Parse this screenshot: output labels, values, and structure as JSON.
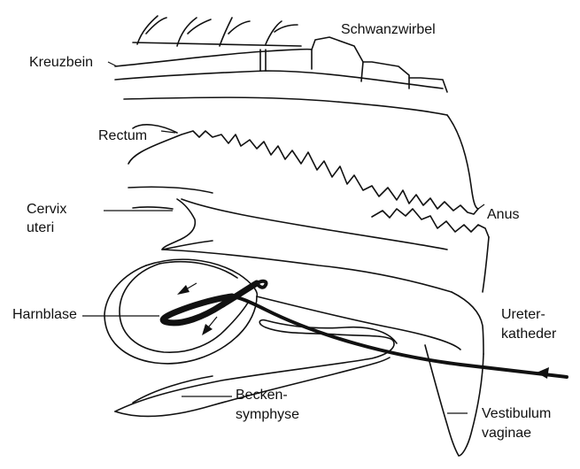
{
  "labels": {
    "schwanzwirbel": "Schwanzwirbel",
    "kreuzbein": "Kreuzbein",
    "rectum": "Rectum",
    "cervix_line1": "Cervix",
    "cervix_line2": "uteri",
    "anus": "Anus",
    "harnblase": "Harnblase",
    "ureter_line1": "Ureter-",
    "ureter_line2": "katheder",
    "becken_line1": "Becken-",
    "becken_line2": "symphyse",
    "vestibulum_line1": "Vestibulum",
    "vestibulum_line2": "vaginae"
  }
}
